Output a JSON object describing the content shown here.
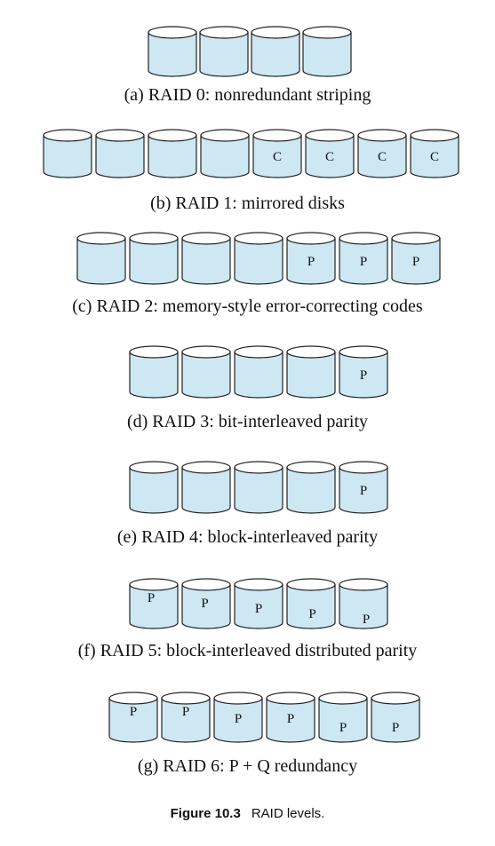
{
  "colors": {
    "disk_fill": "#cde8f3",
    "disk_top": "#ffffff",
    "stroke": "#222222"
  },
  "levels": [
    {
      "label": "(a) RAID 0: nonredundant striping",
      "disks": [
        "",
        "",
        "",
        ""
      ]
    },
    {
      "label": "(b) RAID 1: mirrored disks",
      "disks": [
        "",
        "",
        "",
        "",
        "C",
        "C",
        "C",
        "C"
      ]
    },
    {
      "label": "(c) RAID 2: memory-style error-correcting codes",
      "disks": [
        "",
        "",
        "",
        "",
        "P",
        "P",
        "P"
      ]
    },
    {
      "label": "(d) RAID 3: bit-interleaved parity",
      "disks": [
        "",
        "",
        "",
        "",
        "P"
      ]
    },
    {
      "label": "(e) RAID 4: block-interleaved parity",
      "disks": [
        "",
        "",
        "",
        "",
        "P"
      ]
    },
    {
      "label": "(f) RAID 5: block-interleaved distributed parity",
      "disks": [
        "P",
        "P",
        "P",
        "P",
        "P"
      ]
    },
    {
      "label": "(g) RAID 6: P + Q redundancy",
      "disks": [
        "P",
        "P",
        "P",
        "P",
        "P",
        "P"
      ]
    }
  ],
  "caption": {
    "number": "Figure 10.3",
    "text": "RAID levels."
  }
}
